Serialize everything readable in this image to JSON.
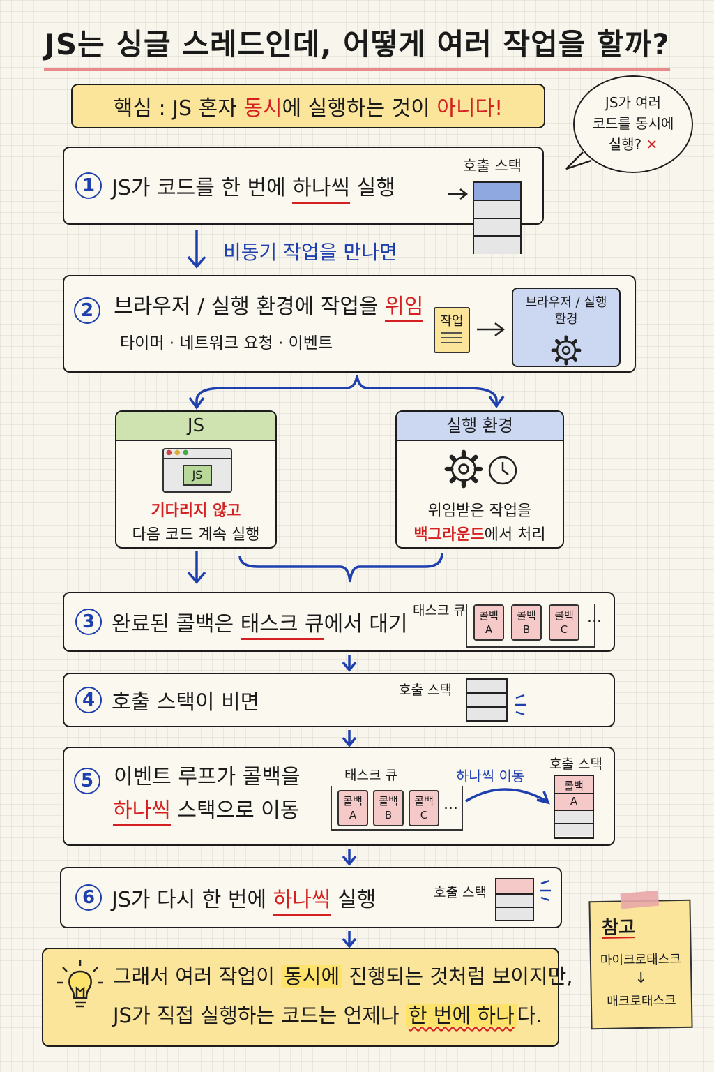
{
  "title": "JS는 싱글 스레드인데, 어떻게 여러 작업을 할까?",
  "key_point": {
    "prefix": "핵심 : JS 혼자 ",
    "red1": "동시",
    "mid": "에 실행하는 것이 ",
    "red2": "아니다!"
  },
  "bubble": {
    "line1": "JS가 여러",
    "line2": "코드를 동시에",
    "line3": "실행? ",
    "mark": "✕"
  },
  "steps": {
    "s1": {
      "num": "1",
      "pre": "JS가 코드를 한 번에 ",
      "em": "하나씩",
      "post": " 실행",
      "stack_label": "호출 스택"
    },
    "arrow1_label": "비동기 작업을 만나면",
    "s2": {
      "num": "2",
      "pre": "브라우저 / 실행 환경에 작업을 ",
      "em": "위임",
      "sub": "타이머 · 네트워크 요청 · 이벤트",
      "doc_label": "작업",
      "env_label1": "브라우저 / 실행",
      "env_label2": "환경"
    },
    "js_panel": {
      "header": "JS",
      "icon": "JS",
      "line1": "기다리지 않고",
      "line2": "다음 코드 계속 실행"
    },
    "env_panel": {
      "header": "실행 환경",
      "line1": "위임받은 작업을",
      "red": "백그라운드",
      "line2_post": "에서 처리"
    },
    "s3": {
      "num": "3",
      "pre": "완료된 콜백은 ",
      "em": "태스크 큐",
      "post": "에서 대기",
      "queue_label": "태스크 큐",
      "cards": [
        "콜백|A",
        "콜백|B",
        "콜백|C"
      ],
      "more": "..."
    },
    "s4": {
      "num": "4",
      "text": "호출 스택이 비면",
      "stack_label": "호출 스택"
    },
    "s5": {
      "num": "5",
      "line1": "이벤트 루프가 콜백을",
      "em": "하나씩",
      "line2_post": " 스택으로 이동",
      "queue_label": "태스크 큐",
      "move_label": "하나씩 이동",
      "stack_label": "호출 스택",
      "cards": [
        "콜백|A",
        "콜백|B",
        "콜백|C"
      ],
      "more": "...",
      "stack_card1": "콜백",
      "stack_card2": "A"
    },
    "s6": {
      "num": "6",
      "pre": "JS가 다시 한 번에 ",
      "em": "하나씩",
      "post": " 실행",
      "stack_label": "호출 스택"
    }
  },
  "note": {
    "title": "참고",
    "line1": "마이크로태스크",
    "arrow": "↓",
    "line2": "매크로태스크"
  },
  "summary": {
    "l1_pre": "그래서 여러 작업이 ",
    "l1_hl": "동시에",
    "l1_post": " 진행되는 것처럼 보이지만,",
    "l2_pre": "JS가 직접 실행하는 코드는 언제나 ",
    "l2_hl": "한 번에 하나",
    "l2_post": "다."
  },
  "colors": {
    "blue": "#1e3fae",
    "red": "#d42020",
    "yellow": "#fbe59a",
    "green": "#cfe3b0",
    "lavender": "#ccd7f1",
    "pink": "#f6c9c9"
  }
}
